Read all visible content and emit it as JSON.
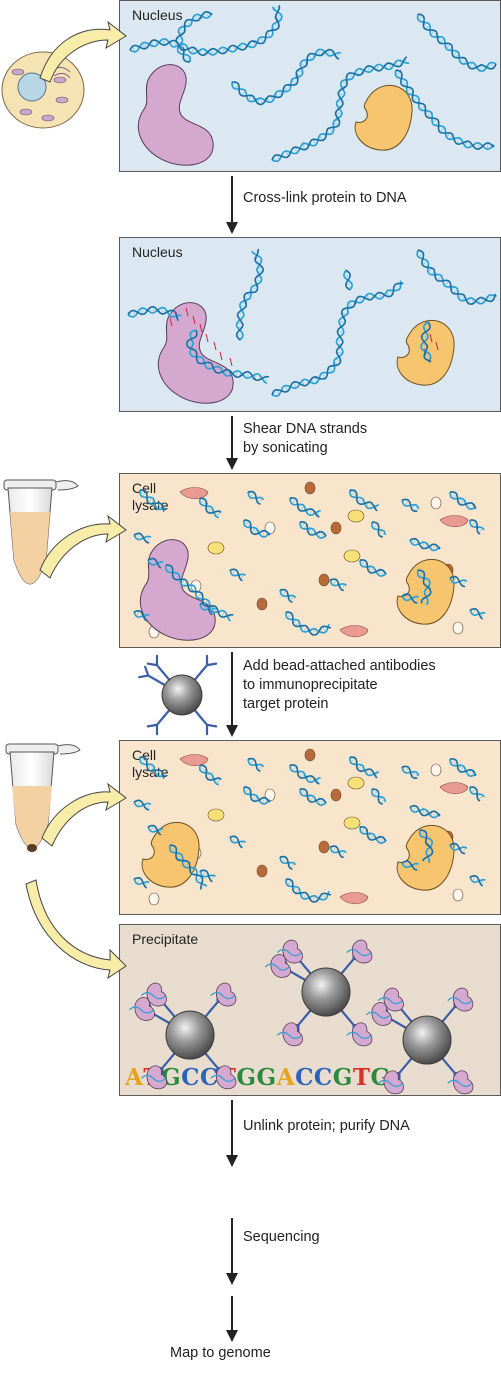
{
  "panels": {
    "nucleus1": "Nucleus",
    "nucleus2": "Nucleus",
    "lysate1": "Cell\nlysate",
    "lysate2": "Cell\nlysate",
    "precipitate": "Precipitate"
  },
  "steps": {
    "s1": "Cross-link protein to DNA",
    "s2": "Shear DNA strands\nby sonicating",
    "s3": "Add bead-attached antibodies\nto immunoprecipitate\ntarget protein",
    "s4": "Unlink protein; purify DNA",
    "s5": "Sequencing",
    "s6": "Map to genome"
  },
  "sequence": [
    {
      "b": "A",
      "c": "#e8a31c"
    },
    {
      "b": "T",
      "c": "#d9302b"
    },
    {
      "b": "G",
      "c": "#2a8a3c"
    },
    {
      "b": "C",
      "c": "#2e64b5"
    },
    {
      "b": "C",
      "c": "#2e64b5"
    },
    {
      "b": "T",
      "c": "#d9302b"
    },
    {
      "b": "G",
      "c": "#2a8a3c"
    },
    {
      "b": "G",
      "c": "#2a8a3c"
    },
    {
      "b": "A",
      "c": "#e8a31c"
    },
    {
      "b": "C",
      "c": "#2e64b5"
    },
    {
      "b": "C",
      "c": "#2e64b5"
    },
    {
      "b": "G",
      "c": "#2a8a3c"
    },
    {
      "b": "T",
      "c": "#d9302b"
    },
    {
      "b": "G",
      "c": "#2a8a3c"
    }
  ],
  "colors": {
    "dna": "#2a9fd4",
    "purple_protein": "#d4a8cf",
    "yellow_protein": "#f7c56f",
    "bead": "#8a8a8a",
    "antibody": "#3a5fa8",
    "arrow_fill": "#f8eda8",
    "crosslink": "#d7263d"
  }
}
